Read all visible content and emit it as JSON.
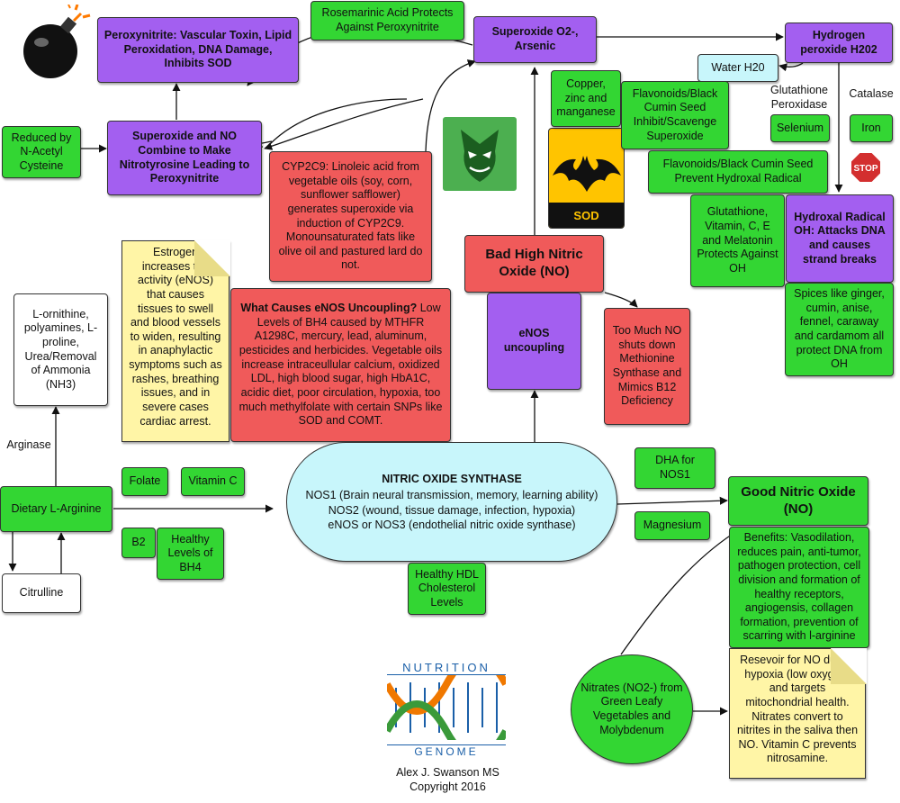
{
  "nodes": {
    "peroxynitrite": "Peroxynitrite: Vascular Toxin, Lipid Peroxidation, DNA Damage, Inhibits SOD",
    "rosmarinic": "Rosemarinic Acid Protects Against Peroxynitrite",
    "superoxide": "Superoxide O2-, Arsenic",
    "h2o2": "Hydrogen peroxide H202",
    "water": "Water H20",
    "glutathione_peroxidase": "Glutathione Peroxidase",
    "catalase": "Catalase",
    "selenium": "Selenium",
    "iron": "Iron",
    "copper_zinc": "Copper, zinc and manganese",
    "flavonoids_scavenge": "Flavonoids/Black Cumin Seed Inhibit/Scavenge Superoxide",
    "flavonoids_hydroxal": "Flavonoids/Black Cumin Seed Prevent Hydroxal Radical",
    "sod": "SOD",
    "stop": "STOP",
    "nac": "Reduced by N-Acetyl Cysteine",
    "nitrotyrosine": "Superoxide and NO Combine to Make Nitrotyrosine Leading to Peroxynitrite",
    "cyp2c9": "CYP2C9: Linoleic acid from vegetable oils (soy, corn, sunflower safflower) generates superoxide via induction of CYP2C9. Monounsaturated fats like olive oil and pastured lard do not.",
    "glutathione_vitamins": "Glutathione, Vitamin, C, E and Melatonin Protects Against OH",
    "hydroxal": "Hydroxal Radical OH: Attacks DNA and causes strand breaks",
    "spices": "Spices like ginger, cumin, anise, fennel, caraway and cardamom all protect DNA from OH",
    "bad_no": "Bad High Nitric Oxide (NO)",
    "estrogen": "Estrogen increases the activity (eNOS) that causes tissues to swell and blood vessels to widen, resulting in anaphylactic symptoms such as rashes, breathing issues, and in severe cases cardiac arrest.",
    "ornithine": "L-ornithine, polyamines, L-proline, Urea/Removal of Ammonia (NH3)",
    "uncoupling_title": "What Causes eNOS Uncoupling?",
    "uncoupling_body": "Low Levels of BH4 caused by MTHFR A1298C, mercury, lead, aluminum, pesticides and herbicides. Vegetable oils increase intraceullular calcium, oxidized LDL, high blood sugar, high HbA1C, acidic diet, poor circulation, hypoxia, too much methylfolate with certain SNPs like SOD and COMT.",
    "enos_uncoupling": "eNOS uncoupling",
    "too_much_no": "Too Much NO shuts down Methionine Synthase and Mimics B12 Deficiency",
    "arginase": "Arginase",
    "dietary_arginine": "Dietary L-Arginine",
    "citrulline": "Citrulline",
    "folate": "Folate",
    "vitamin_c": "Vitamin C",
    "b2": "B2",
    "bh4": "Healthy Levels of BH4",
    "dha": "DHA for NOS1",
    "magnesium": "Magnesium",
    "hdl": "Healthy HDL Cholesterol Levels",
    "good_no": "Good Nitric Oxide (NO)",
    "benefits": "Benefits: Vasodilation, reduces pain, anti-tumor, pathogen protection, cell division and formation of healthy receptors, angiogensis, collagen formation, prevention of scarring with l-arginine",
    "reservoir": "Resevoir for NO during hypoxia (low oxygen) and targets mitochondrial health. Nitrates convert to nitrites in the saliva then NO. Vitamin C prevents nitrosamine.",
    "nitrates": "Nitrates (NO2-) from Green Leafy Vegetables and Molybdenum"
  },
  "synthase": {
    "title": "NITRIC OXIDE SYNTHASE",
    "nos1": "NOS1 (Brain neural transmission, memory, learning ability)",
    "nos2": "NOS2 (wound, tissue damage, infection, hypoxia)",
    "nos3": "eNOS or NOS3 (endothelial nitric oxide synthase)"
  },
  "logo": {
    "top": "NUTRITION",
    "bottom": "GENOME"
  },
  "credit": {
    "author": "Alex J. Swanson MS",
    "copyright": "Copyright 2016"
  },
  "colors": {
    "green": "#33d633",
    "purple": "#a35ff0",
    "red": "#f05a5a",
    "yellow": "#fff5a6",
    "cyan": "#c8f6fb"
  },
  "icons": [
    "bomb-icon",
    "joker-icon",
    "batman-icon",
    "stop-sign-icon",
    "dna-helix-icon"
  ]
}
